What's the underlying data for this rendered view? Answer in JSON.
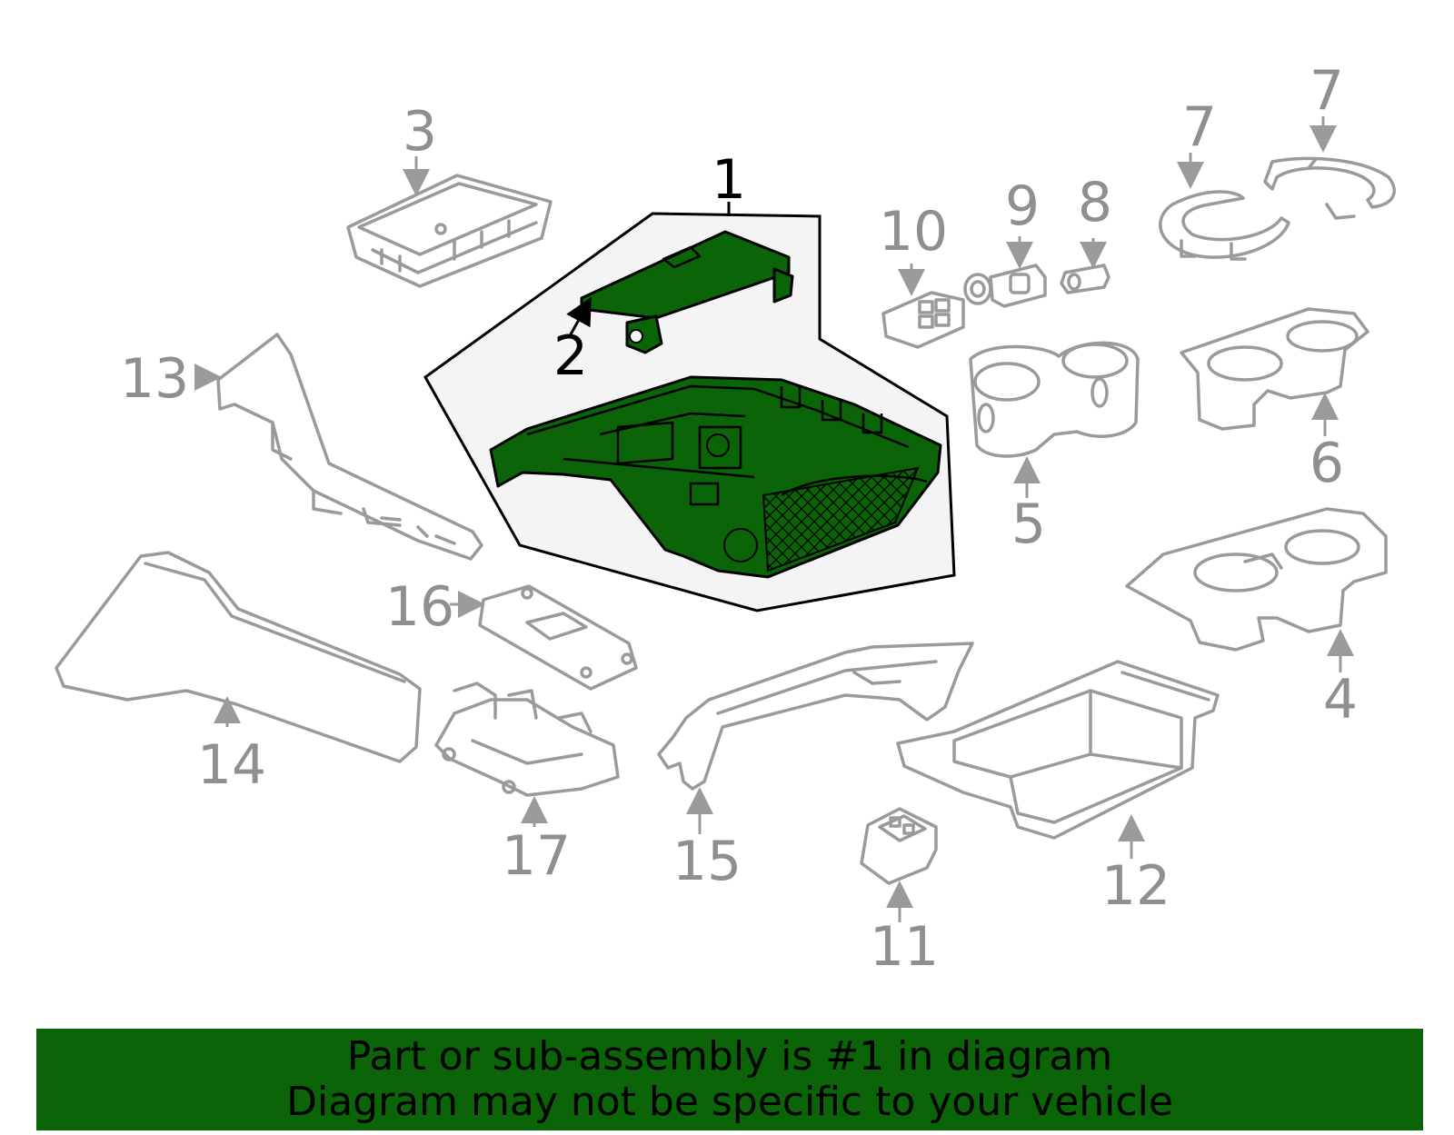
{
  "colors": {
    "highlight": "#0b6408",
    "part_outline": "#9a9a9a",
    "callout_gray": "#8f8f8f",
    "callout_dark": "#000000",
    "group_background": "#f4f4f4"
  },
  "callouts": {
    "c1": "1",
    "c2": "2",
    "c3": "3",
    "c4": "4",
    "c5": "5",
    "c6": "6",
    "c7a": "7",
    "c7b": "7",
    "c8": "8",
    "c9": "9",
    "c10": "10",
    "c11": "11",
    "c12": "12",
    "c13": "13",
    "c14": "14",
    "c15": "15",
    "c16": "16",
    "c17": "17"
  },
  "banner": {
    "line1": "Part or sub-assembly is #1 in diagram",
    "line2": "Diagram may not be specific to your vehicle"
  }
}
